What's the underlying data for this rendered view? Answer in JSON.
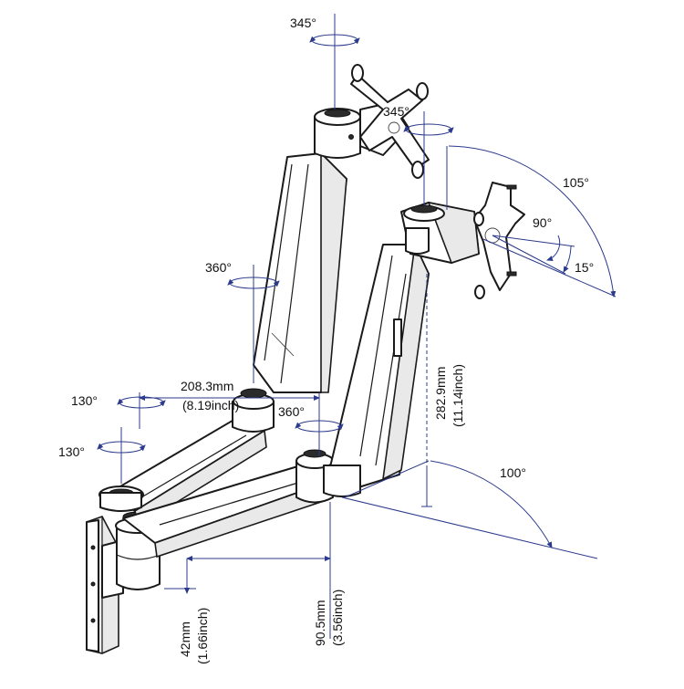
{
  "labels": {
    "rot_top_345": "345°",
    "rot_head_345": "345°",
    "tilt_105": "105°",
    "tilt_90": "90°",
    "tilt_15": "15°",
    "rot_upper_360": "360°",
    "rot_mid_360": "360°",
    "rot_130_top": "130°",
    "rot_130_bottom": "130°",
    "swing_100": "100°",
    "dim_span_mm": "208.3mm",
    "dim_span_in": "(8.19inch)",
    "dim_height_mm": "282.9mm",
    "dim_height_in": "(11.14inch)",
    "dim_offset_mm": "90.5mm",
    "dim_offset_in": "(3.56inch)",
    "dim_wall_mm": "42mm",
    "dim_wall_in": "(1.66inch)"
  },
  "colors": {
    "dimension_line": "#2b3a8c",
    "outline": "#1a1a1a",
    "arm_fill": "#ffffff"
  }
}
